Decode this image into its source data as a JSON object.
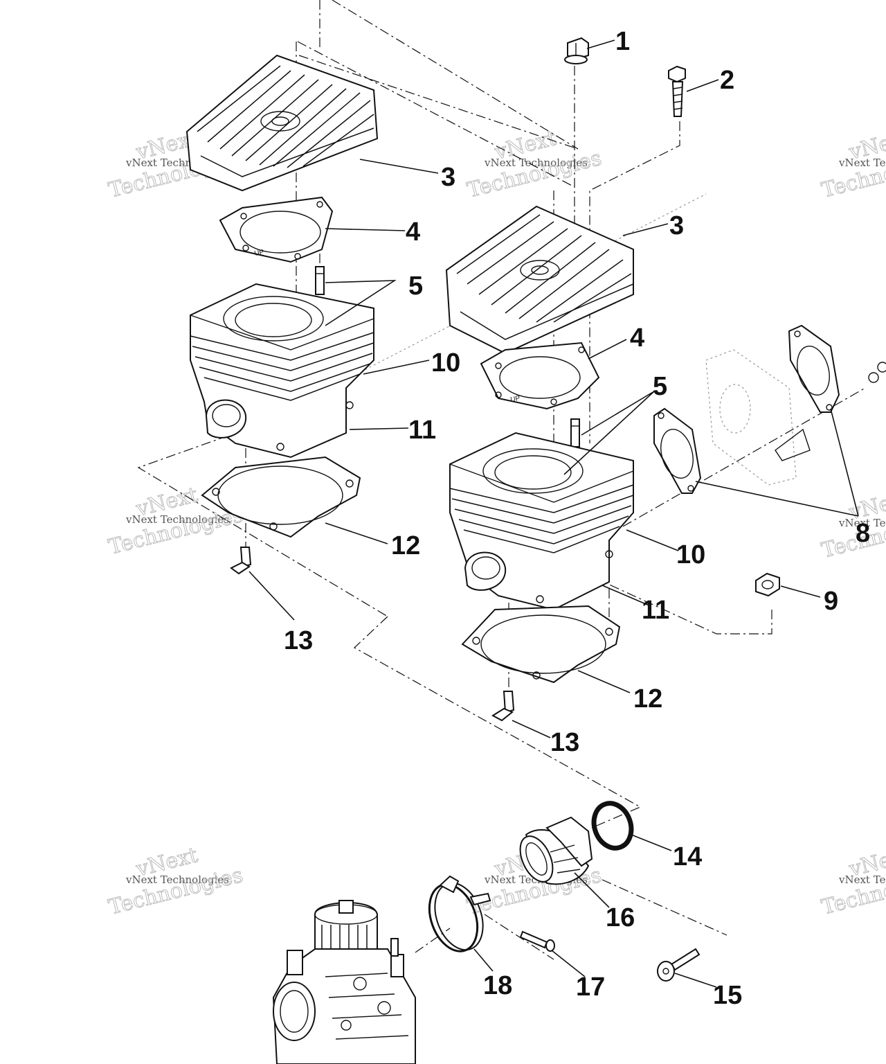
{
  "callouts": [
    {
      "id": "c1",
      "text": "1"
    },
    {
      "id": "c2",
      "text": "2"
    },
    {
      "id": "c3a",
      "text": "3"
    },
    {
      "id": "c3b",
      "text": "3"
    },
    {
      "id": "c4a",
      "text": "4"
    },
    {
      "id": "c4b",
      "text": "4"
    },
    {
      "id": "c5a",
      "text": "5"
    },
    {
      "id": "c5b",
      "text": "5"
    },
    {
      "id": "c8",
      "text": "8"
    },
    {
      "id": "c9",
      "text": "9"
    },
    {
      "id": "c10a",
      "text": "10"
    },
    {
      "id": "c10b",
      "text": "10"
    },
    {
      "id": "c11a",
      "text": "11"
    },
    {
      "id": "c11b",
      "text": "11"
    },
    {
      "id": "c12a",
      "text": "12"
    },
    {
      "id": "c12b",
      "text": "12"
    },
    {
      "id": "c13a",
      "text": "13"
    },
    {
      "id": "c13b",
      "text": "13"
    },
    {
      "id": "c14",
      "text": "14"
    },
    {
      "id": "c15",
      "text": "15"
    },
    {
      "id": "c16",
      "text": "16"
    },
    {
      "id": "c17",
      "text": "17"
    },
    {
      "id": "c18",
      "text": "18"
    }
  ],
  "gasket_marking": "UP",
  "watermark": {
    "small_text": "vNext Technologies",
    "large_word_1": "vNext",
    "large_word_2": "Technologies"
  }
}
